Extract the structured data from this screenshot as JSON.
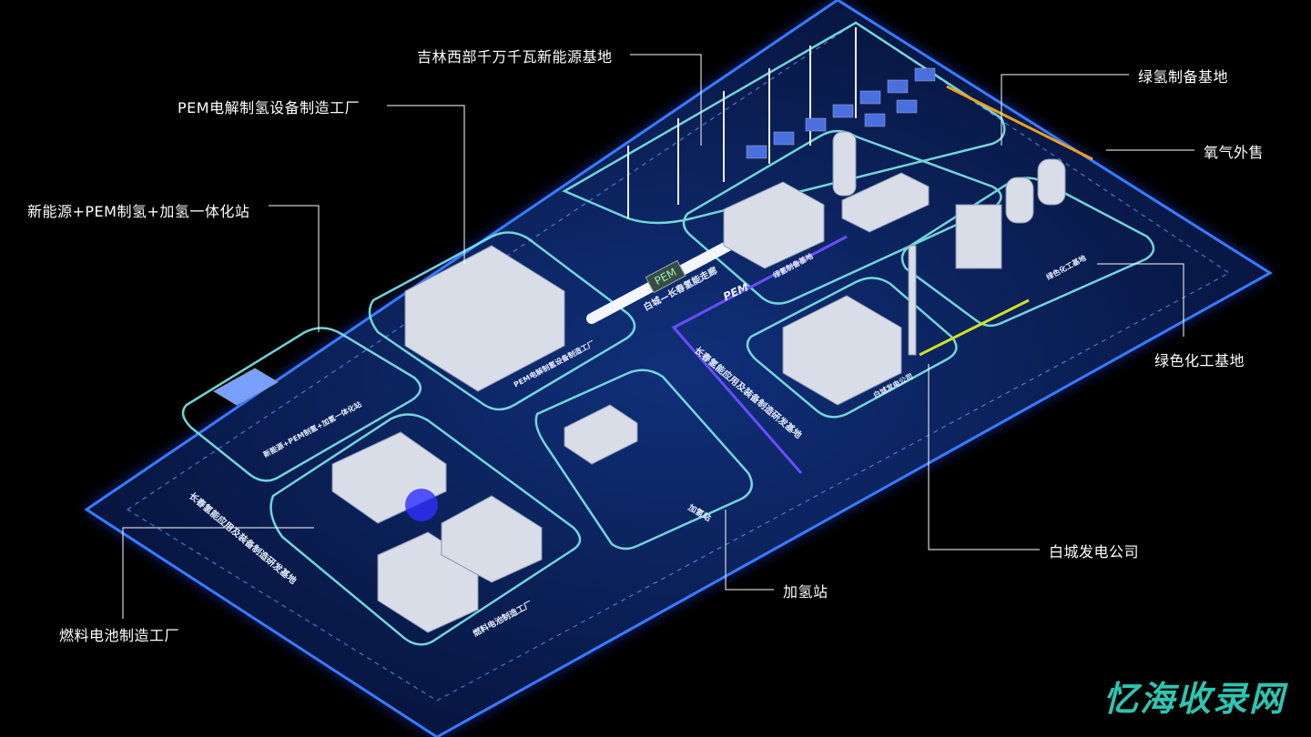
{
  "callouts": {
    "renewable_base": "吉林西部千万千瓦新能源基地",
    "pem_factory": "PEM电解制氢设备制造工厂",
    "integrated_station": "新能源+PEM制氢+加氢一体化站",
    "green_hydrogen_base": "绿氢制备基地",
    "oxygen_sales": "氧气外售",
    "green_chemical_base": "绿色化工基地",
    "baicheng_power": "白城发电公司",
    "refueling_station": "加氢站",
    "fuel_cell_factory": "燃料电池制造工厂"
  },
  "board_labels": {
    "corridor": "白城—长春氢能走廊",
    "pem_tag": "PEM",
    "pem_line": "PEM",
    "changchun_base": "长春氢能应用及装备制造研发基地",
    "changchun_base_left": "长春氢能应用及装备制造研发基地",
    "pem_factory": "PEM电解制氢设备制造工厂",
    "integrated_station": "新能源+PEM制氢+加氢一体化站",
    "fuel_cell_factory": "燃料电池制造工厂",
    "refueling_station": "加氢站",
    "baicheng_power": "白城发电公司",
    "green_hydrogen": "绿氢制备基地",
    "green_chemical": "绿色化工基地"
  },
  "watermark": "忆海收录网",
  "colors": {
    "board": "#0a1a5a",
    "glow": "#2a6cff",
    "road": "#7fe8e8",
    "pem_line": "#6a4cff",
    "watermark": "#2ec4b0"
  }
}
